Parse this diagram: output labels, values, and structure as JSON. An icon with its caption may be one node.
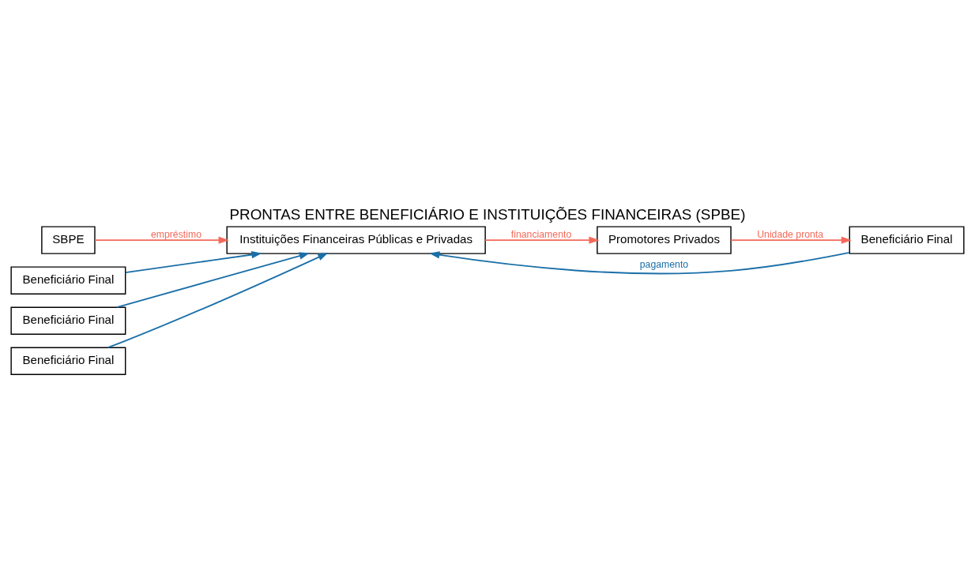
{
  "diagram": {
    "title": "PRONTAS ENTRE BENEFICIÁRIO E INSTITUIÇÕES FINANCEIRAS (SPBE)",
    "nodes": [
      {
        "text": [
          "SBPE"
        ]
      },
      {
        "text": [
          "Instituições Financeiras Públicas e Privadas"
        ]
      },
      {
        "text": [
          "Promotores Privados"
        ]
      },
      {
        "text": [
          "Beneficiário Final"
        ]
      },
      {
        "text": [
          "Beneficiário Final"
        ]
      },
      {
        "text": [
          "Beneficiário Final"
        ]
      },
      {
        "text": [
          "Beneficiário Final"
        ]
      }
    ],
    "edges": [
      {
        "from": 0,
        "to": 1,
        "arrow": "to",
        "label": "empréstimo",
        "color": "#f46a5a"
      },
      {
        "from": 1,
        "to": 2,
        "arrow": "to",
        "label": "financiamento",
        "color": "#f46a5a"
      },
      {
        "from": 2,
        "to": 3,
        "arrow": "to",
        "label": "Unidade pronta",
        "color": "#f46a5a"
      },
      {
        "from": 3,
        "to": 1,
        "arrow": "to",
        "label": "pagamento",
        "color": "#1a6fa8"
      },
      {
        "from": 4,
        "to": 1,
        "arrow": "to",
        "color": "#1a6fa8"
      },
      {
        "from": 5,
        "to": 1,
        "arrow": "to",
        "color": "#1a6fa8"
      },
      {
        "from": 6,
        "to": 1,
        "arrow": "to",
        "color": "#1a6fa8"
      }
    ]
  }
}
